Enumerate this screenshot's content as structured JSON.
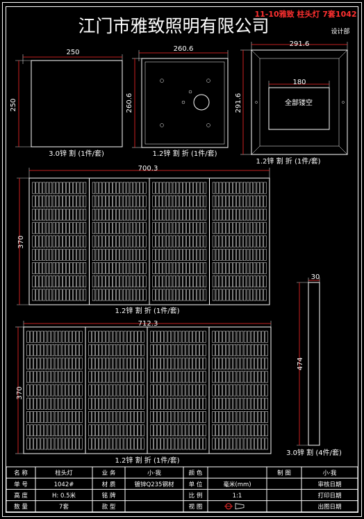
{
  "header": {
    "company": "江门市雅致照明有限公司",
    "job": "11-10雅致 柱头灯  7套1042",
    "dept": "设计部"
  },
  "parts": {
    "p1": {
      "width": "250",
      "height": "250",
      "caption": "3.0锌 割 (1件/套)"
    },
    "p2": {
      "width": "260.6",
      "height": "260.6",
      "caption": "1.2锌 割 折 (1件/套)"
    },
    "p3": {
      "width": "291.6",
      "height": "291.6",
      "inner_width": "180",
      "inner_label": "全部镂空",
      "caption": "1.2锌 割 折 (1件/套)"
    },
    "p4": {
      "width": "700.3",
      "height": "370",
      "caption": "1.2锌 割 折 (1件/套)"
    },
    "p5": {
      "width": "712.3",
      "height": "370",
      "caption": "1.2锌 割 折 (1件/套)"
    },
    "p6": {
      "width": "30",
      "height": "474",
      "caption": "3.0锌 割 (4件/套)"
    }
  },
  "title_block": {
    "rows": [
      [
        "名 称",
        "柱头灯",
        "业 务",
        "小·我",
        "颜 色",
        "",
        "制 图",
        "小·我"
      ],
      [
        "单 号",
        "1042#",
        "材 质",
        "镀锌Q235钢材",
        "单 位",
        "毫米(mm)",
        "",
        "审核日期"
      ],
      [
        "高 度",
        "H: 0.5米",
        "铭 牌",
        "",
        "比 例",
        "1:1",
        "",
        "打印日期"
      ],
      [
        "数 量",
        "7套",
        "款 型",
        "",
        "视 图",
        "",
        "",
        "出图日期"
      ]
    ]
  }
}
